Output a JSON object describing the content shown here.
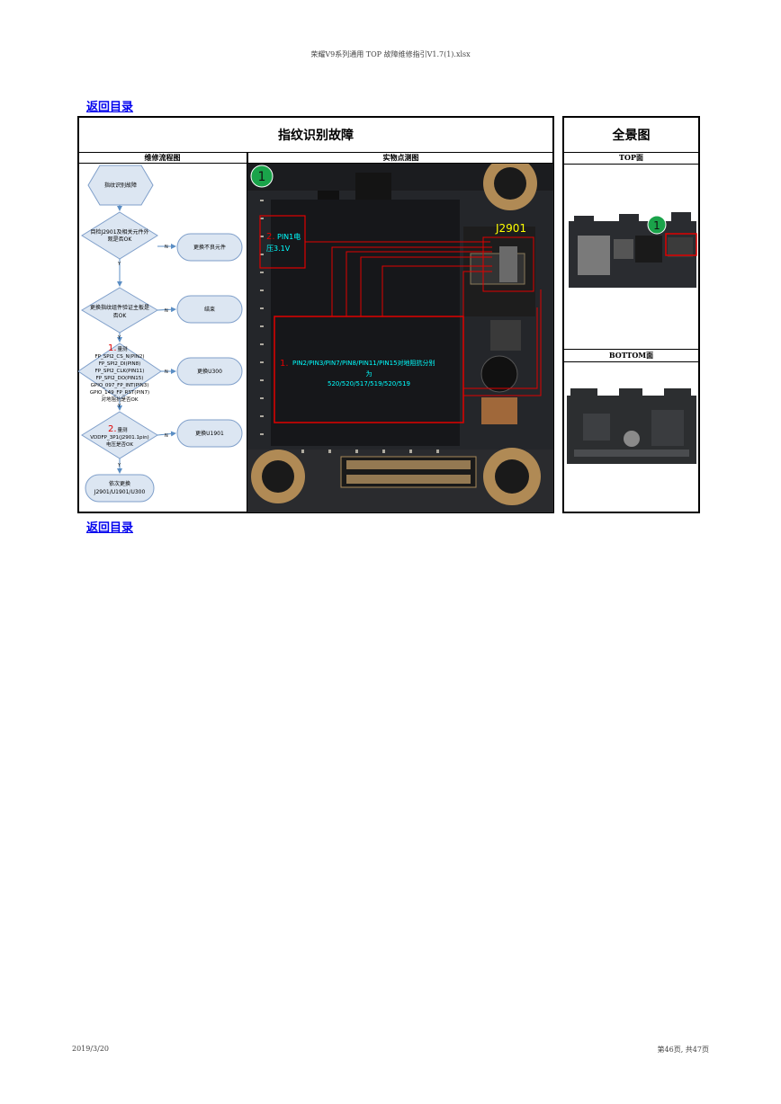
{
  "page_header": "荣耀V9系列通用 TOP 故障维修指引V1.7(1).xlsx",
  "nav": {
    "back_top": "返回目录",
    "back_bottom": "返回目录"
  },
  "main_title": "指纹识别故障",
  "panorama_title": "全景图",
  "col_flow": "维修流程图",
  "col_photo": "实物点测图",
  "col_top": "TOP面",
  "col_bottom": "BOTTOM面",
  "flow": {
    "start": "指纹识别故障",
    "step1": [
      "目检J2901及相关元件外",
      "观是否OK"
    ],
    "step1_action": "更换不良元件",
    "step2": [
      "更换指纹组件验证主板是",
      "否OK"
    ],
    "step2_action": "结束",
    "step3_num": "1.",
    "step3_title": "量测",
    "step3": [
      "FP_SPI2_CS_N(PIN2)",
      "FP_SPI2_DI(PIN8)",
      "FP_SPI2_CLK(PIN11)",
      "FP_SPI2_DO(PIN15)",
      "GPIO_097_FP_INT(PIN3)",
      "GPIO_149_FP_RST(PIN7)",
      "对地阻抗是否OK"
    ],
    "step3_action": "更换U300",
    "step4_num": "2.",
    "step4_title": "量测",
    "step4": [
      "VDDFP_3P1(J2901.1pin)",
      "电压是否OK"
    ],
    "step4_action": "更换U1901",
    "end": [
      "依次更换",
      "J2901/U1901/U300"
    ],
    "yes": "Y",
    "no": "N"
  },
  "photo": {
    "marker": "1",
    "connector_label": "J2901",
    "pin1_num": "2.",
    "pin1_text": [
      "PIN1电",
      "压3.1V"
    ],
    "imp_num": "1.",
    "imp_text": [
      "PIN2/PIN3/PIN7/PIN8/PIN11/PIN15对地阻抗分别",
      "为",
      "520/520/517/519/520/519"
    ]
  },
  "overview": {
    "marker": "1"
  },
  "footer": {
    "date": "2019/3/20",
    "page": "第46页, 共47页"
  },
  "colors": {
    "link": "#0000ee",
    "annotation": "#e00000",
    "cyan_text": "#00ffff",
    "yellow_text": "#ffff00",
    "marker_green": "#1aa34a",
    "flow_fill": "#dce6f2",
    "flow_stroke": "#7f9fca",
    "arrow": "#5b8ec4"
  }
}
